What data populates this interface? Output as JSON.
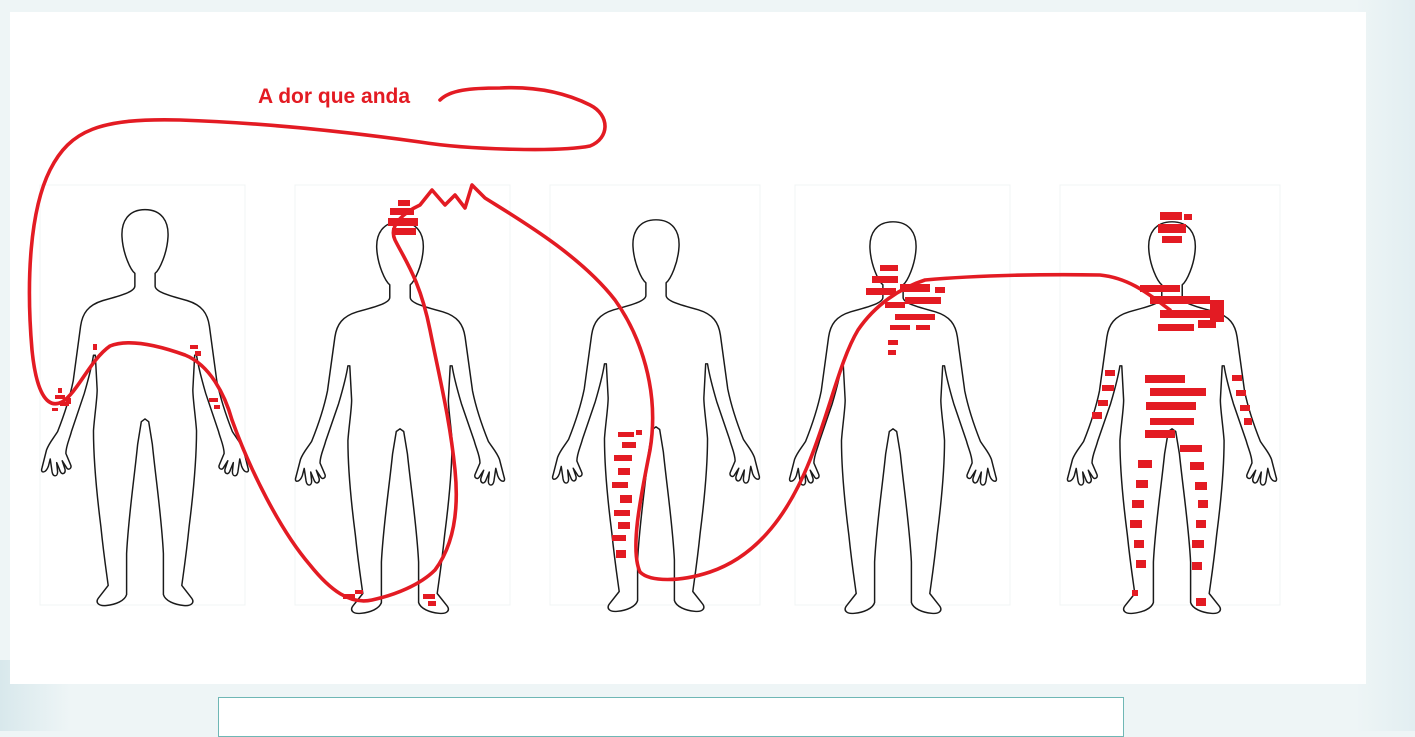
{
  "annotation": {
    "title": "A dor que anda"
  },
  "caption": {
    "text": ""
  },
  "figures": [
    {
      "id": 1,
      "pain_areas": [
        "left-hand",
        "right-hand",
        "right-forearm"
      ]
    },
    {
      "id": 2,
      "pain_areas": [
        "head",
        "feet"
      ]
    },
    {
      "id": 3,
      "pain_areas": [
        "right-leg"
      ]
    },
    {
      "id": 4,
      "pain_areas": [
        "neck",
        "shoulders",
        "chest"
      ]
    },
    {
      "id": 5,
      "pain_areas": [
        "head",
        "shoulders",
        "chest",
        "arms",
        "trunk",
        "legs",
        "feet"
      ]
    }
  ],
  "colors": {
    "pain": "#e31b23",
    "outline": "#1a1a1a",
    "caption_border": "#6fb7b5",
    "background": "#eef5f6"
  }
}
